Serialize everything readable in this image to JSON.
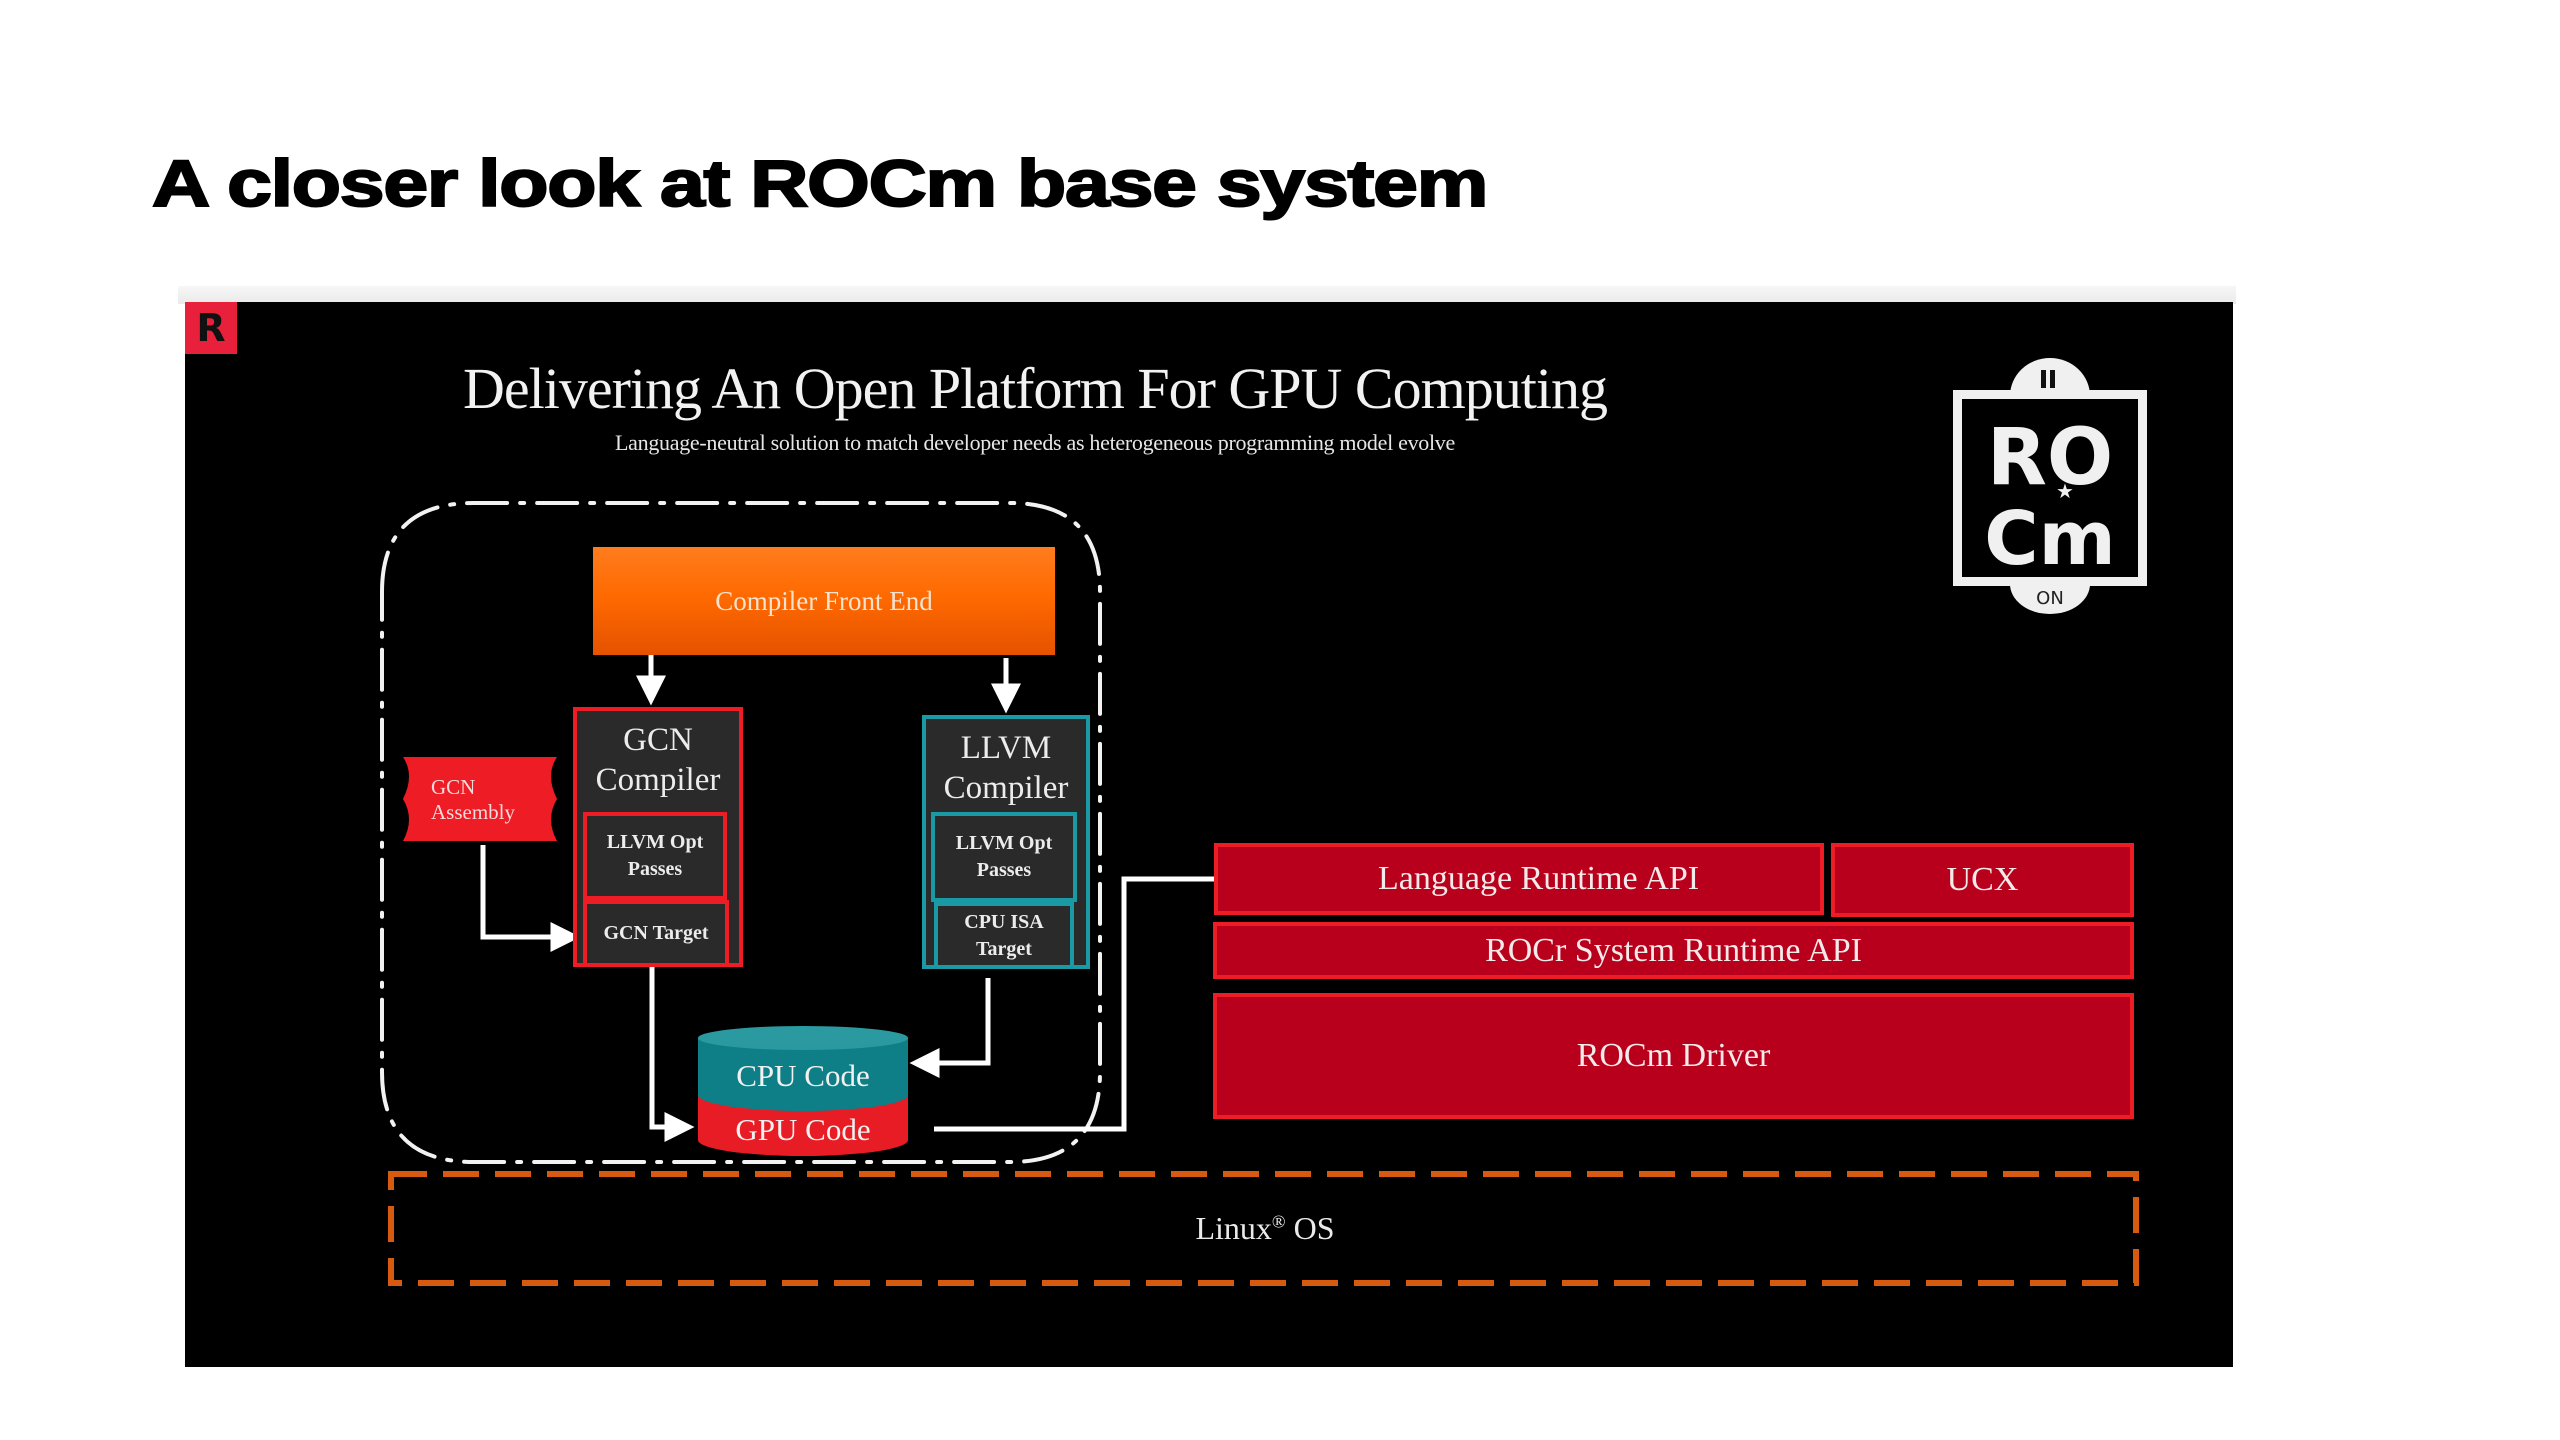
{
  "page": {
    "title": "A closer look at ROCm base system"
  },
  "slide": {
    "corner_logo": "R",
    "title": "Delivering An Open Platform For GPU Computing",
    "subtitle": "Language-neutral solution to match developer needs as heterogeneous programming model evolve",
    "rocm_logo": {
      "line1": "RO",
      "line2": "Cm",
      "bottom": "ON"
    },
    "compiler": {
      "front_end": "Compiler Front End",
      "gcn_assembly": [
        "GCN",
        "Assembly"
      ],
      "gcn_compiler": {
        "title": [
          "GCN",
          "Compiler"
        ],
        "opt_passes": [
          "LLVM Opt",
          "Passes"
        ],
        "target": "GCN Target"
      },
      "llvm_compiler": {
        "title": [
          "LLVM",
          "Compiler"
        ],
        "opt_passes": [
          "LLVM Opt",
          "Passes"
        ],
        "target": [
          "CPU ISA",
          "Target"
        ]
      },
      "output": {
        "cpu_code": "CPU Code",
        "gpu_code": "GPU Code"
      }
    },
    "runtime_stack": {
      "language_runtime": "Language Runtime  API",
      "ucx": "UCX",
      "rocr": "ROCr System Runtime API",
      "driver": "ROCm Driver"
    },
    "os": {
      "name": "Linux",
      "mark": "®",
      "suffix": " OS"
    }
  },
  "colors": {
    "stack_fill": "#b8001c",
    "stack_border": "#ee1c25",
    "gcn_red": "#ee1c25",
    "llvm_teal": "#1a9aa5",
    "front_end_orange": "#ff6a00",
    "os_dash_orange": "#d65a10",
    "cpu_teal": "#0e7f86",
    "gpu_red": "#e81c24"
  }
}
